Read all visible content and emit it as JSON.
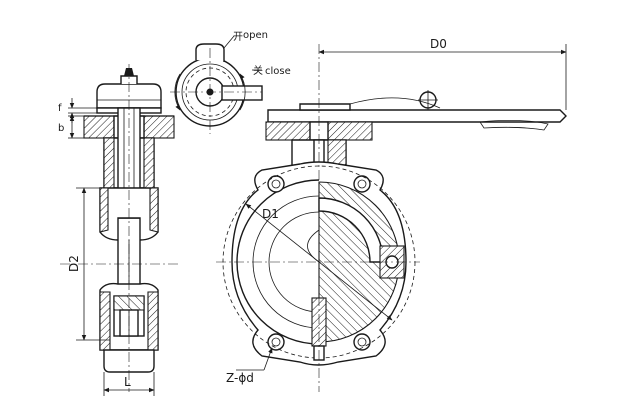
{
  "labels": {
    "open_cn": "开",
    "open": "open",
    "close_cn": "关",
    "close": "close",
    "D0": "D0",
    "D1": "D1",
    "D2": "D2",
    "f": "f",
    "b": "b",
    "L": "L",
    "bolt_holes": "Z-ϕd"
  }
}
